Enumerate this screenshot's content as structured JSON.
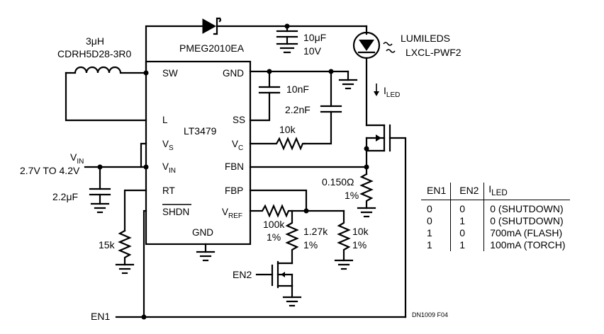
{
  "inductor": {
    "value": "3μH",
    "part": "CDRH5D28-3R0"
  },
  "diode": {
    "part": "PMEG2010EA"
  },
  "output_cap": {
    "value": "10μF",
    "voltage": "10V"
  },
  "led": {
    "brand": "LUMILEDS",
    "part": "LXCL-PWF2"
  },
  "ic": {
    "name": "LT3479",
    "pins_left": [
      "SW",
      "L",
      "VS",
      "VIN",
      "RT",
      "SHDN"
    ],
    "pins_right": [
      "GND",
      "SS",
      "VC",
      "FBN",
      "FBP",
      "VREF"
    ],
    "pin_bottom": "GND"
  },
  "components": {
    "ss_cap": "10nF",
    "vc_cap": "2.2nF",
    "vc_res": "10k",
    "sense_res": {
      "value": "0.150Ω",
      "tol": "1%"
    },
    "vref_res": {
      "value": "100k",
      "tol": "1%"
    },
    "fbp_res_a": {
      "value": "1.27k",
      "tol": "1%"
    },
    "fbp_res_b": {
      "value": "10k",
      "tol": "1%"
    },
    "rt_res": "15k",
    "vin_cap": "2.2μF"
  },
  "vin": {
    "name": "VIN",
    "range": "2.7V TO 4.2V"
  },
  "iled_label": "ILED",
  "controls": {
    "en1": "EN1",
    "en2": "EN2"
  },
  "figure_id": "DN1009 F04",
  "truth_table": {
    "headers": [
      "EN1",
      "EN2",
      "ILED"
    ],
    "rows": [
      [
        "0",
        "0",
        "0 (SHUTDOWN)"
      ],
      [
        "0",
        "1",
        "0 (SHUTDOWN)"
      ],
      [
        "1",
        "0",
        "700mA (FLASH)"
      ],
      [
        "1",
        "1",
        "100mA (TORCH)"
      ]
    ]
  }
}
